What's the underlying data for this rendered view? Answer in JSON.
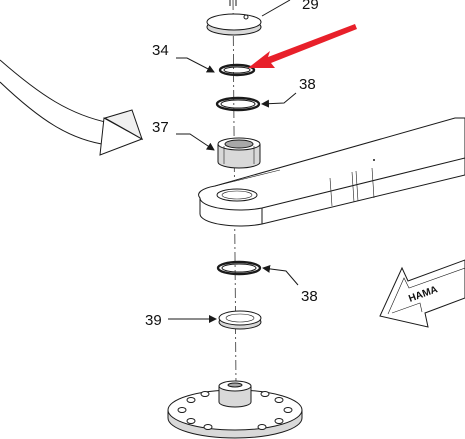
{
  "labels": {
    "part_29": "29",
    "part_34": "34",
    "part_38_upper": "38",
    "part_37": "37",
    "part_38_lower": "38",
    "part_39": "39"
  },
  "stamp": {
    "text": "HAMA"
  },
  "colors": {
    "highlight_arrow": "#e8202a",
    "line": "#1a1a1a",
    "background": "#ffffff"
  }
}
